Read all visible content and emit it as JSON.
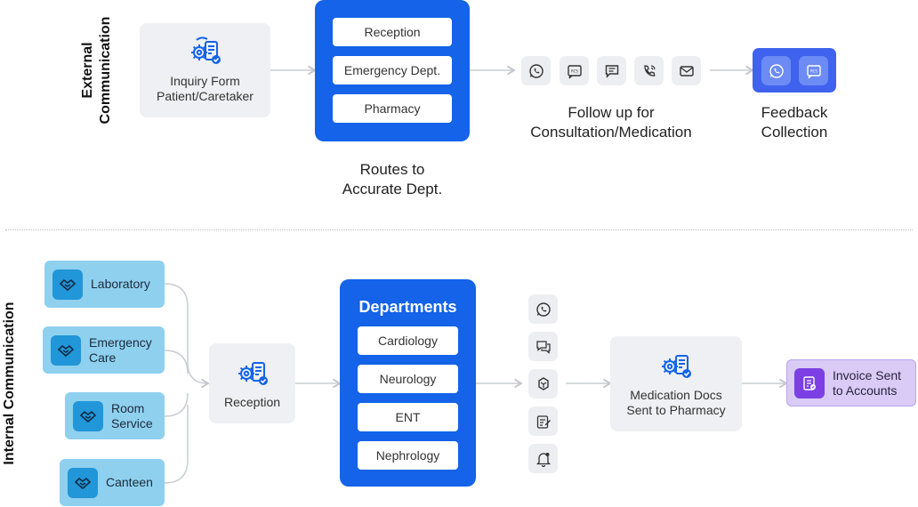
{
  "external": {
    "title": "External Communication",
    "inquiry_label": "Inquiry Form Patient/Caretaker",
    "departments": [
      "Reception",
      "Emergency Dept.",
      "Pharmacy"
    ],
    "routes_caption": "Routes to Accurate Dept.",
    "followup_icons": [
      "whatsapp-icon",
      "sms-icon",
      "chat-message-icon",
      "phone-call-icon",
      "email-icon"
    ],
    "followup_caption": "Follow up for Consultation/Medication",
    "feedback_icons": [
      "whatsapp-icon",
      "sms-icon"
    ],
    "feedback_caption": "Feedback Collection"
  },
  "internal": {
    "title": "Internal Communication",
    "sources": [
      "Laboratory",
      "Emergency Care",
      "Room Service",
      "Canteen"
    ],
    "reception_label": "Reception",
    "departments_title": "Departments",
    "departments": [
      "Cardiology",
      "Neurology",
      "ENT",
      "Nephrology"
    ],
    "channel_icons": [
      "whatsapp-icon",
      "chat-bubbles-icon",
      "app-logo-icon",
      "form-edit-icon",
      "notification-bell-icon"
    ],
    "medication_label": "Medication Docs Sent to Pharmacy",
    "invoice_label": "Invoice Sent to Accounts"
  },
  "colors": {
    "blue": "#1463e8",
    "light_blue": "#8fd0ef",
    "purple": "#d6c9f5",
    "grey": "#eef0f3"
  }
}
